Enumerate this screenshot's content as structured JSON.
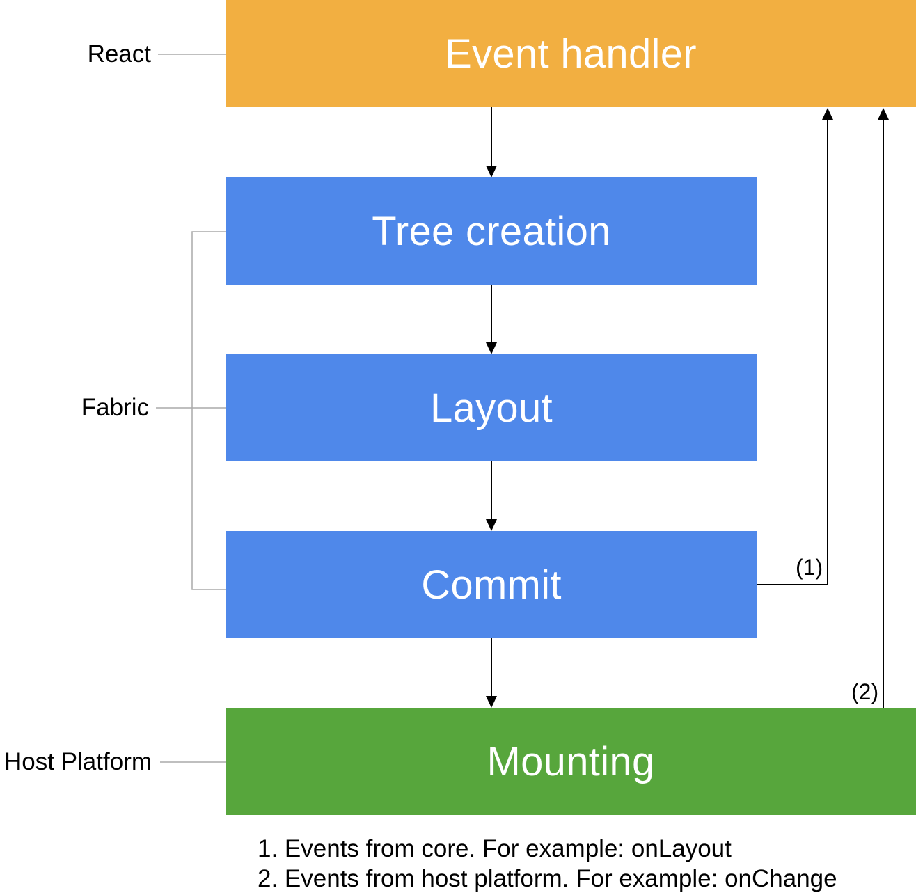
{
  "colors": {
    "react": "#F2AF41",
    "fabric": "#4F88EA",
    "host": "#57A63C",
    "box_text": "#FFFFFF",
    "guide_line": "#AAAAAA",
    "arrow": "#000000"
  },
  "layers": {
    "react": "React",
    "fabric": "Fabric",
    "host": "Host Platform"
  },
  "nodes": {
    "event_handler": "Event handler",
    "tree_creation": "Tree creation",
    "layout": "Layout",
    "commit": "Commit",
    "mounting": "Mounting"
  },
  "edge_labels": {
    "one": "(1)",
    "two": "(2)"
  },
  "footnotes": [
    "1. Events from core. For example: onLayout",
    "2. Events from host platform. For example: onChange"
  ]
}
